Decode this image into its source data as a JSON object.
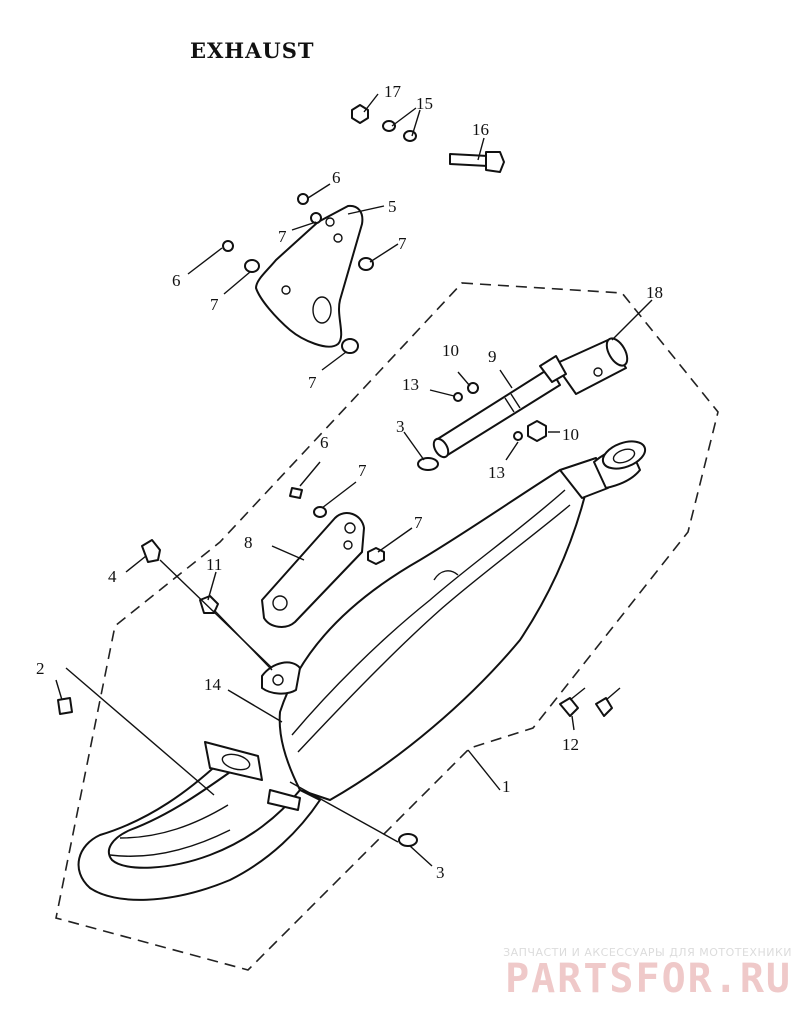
{
  "title": "EXHAUST",
  "callouts": {
    "c1": "1",
    "c2": "2",
    "c3a": "3",
    "c3b": "3",
    "c4": "4",
    "c5": "5",
    "c6a": "6",
    "c6b": "6",
    "c6c": "6",
    "c7a": "7",
    "c7b": "7",
    "c7c": "7",
    "c7d": "7",
    "c7e": "7",
    "c7f": "7",
    "c8": "8",
    "c9": "9",
    "c10a": "10",
    "c10b": "10",
    "c11": "11",
    "c12": "12",
    "c13a": "13",
    "c13b": "13",
    "c14": "14",
    "c15": "15",
    "c16": "16",
    "c17": "17",
    "c18": "18"
  },
  "watermark": {
    "caption": "ЗАПЧАСТИ И АКСЕССУАРЫ ДЛЯ МОТОТЕХНИКИ",
    "logo_text": "PARTSFOR.RU"
  }
}
